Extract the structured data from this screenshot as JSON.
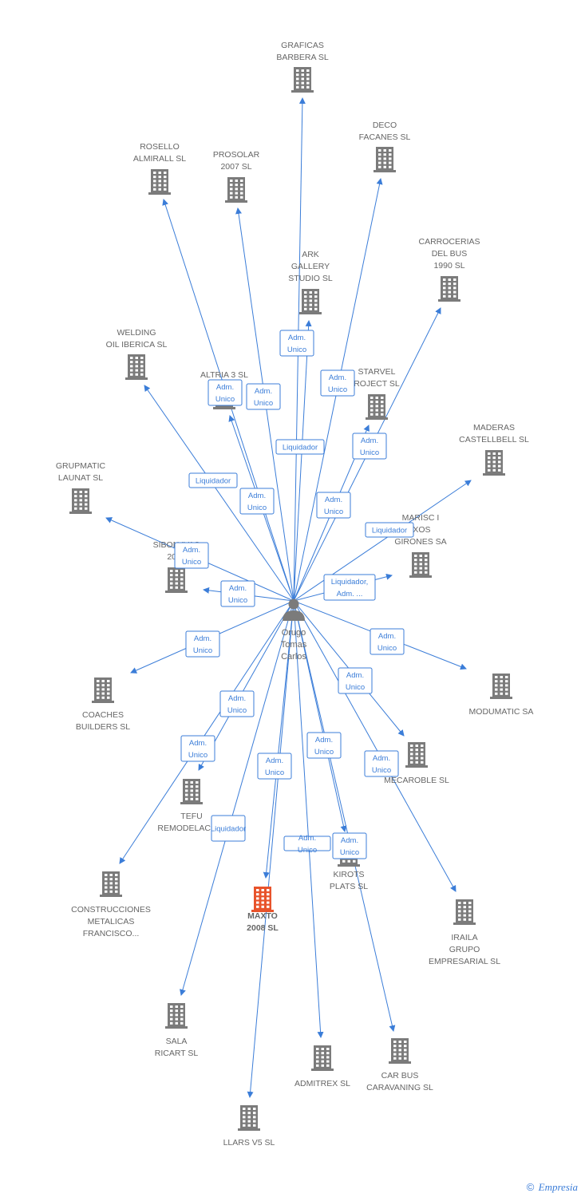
{
  "colors": {
    "edge": "#3b7dd8",
    "building": "#7b7b7b",
    "highlight_building": "#e8532b",
    "label": "#666666"
  },
  "center": {
    "name": [
      "Orugo",
      "Tomas",
      "Carlos"
    ],
    "icon": "person-icon"
  },
  "nodes": [
    {
      "id": "graficas-barbera",
      "lines": [
        "GRAFICAS",
        "BARBERA SL"
      ]
    },
    {
      "id": "deco-facanes",
      "lines": [
        "DECO",
        "FACANES SL"
      ]
    },
    {
      "id": "rosello-almirall",
      "lines": [
        "ROSELLO",
        "ALMIRALL SL"
      ]
    },
    {
      "id": "prosolar-2007",
      "lines": [
        "PROSOLAR",
        "2007 SL"
      ]
    },
    {
      "id": "carrocerias-del-bus",
      "lines": [
        "CARROCERIAS",
        "DEL BUS",
        "1990  SL"
      ]
    },
    {
      "id": "ark-gallery",
      "lines": [
        "ARK",
        "GALLERY",
        "STUDIO SL"
      ]
    },
    {
      "id": "welding-oil-iberica",
      "lines": [
        "WELDING",
        "OIL IBERICA SL"
      ]
    },
    {
      "id": "altria-3",
      "lines": [
        "ALTRIA 3 SL"
      ]
    },
    {
      "id": "starvel-project",
      "lines": [
        "STARVEL",
        "ROJECT SL"
      ]
    },
    {
      "id": "maderas-castellbell",
      "lines": [
        "MADERAS",
        "CASTELLBELL SL"
      ]
    },
    {
      "id": "grupmatic-launat",
      "lines": [
        "GRUPMATIC",
        "LAUNAT SL"
      ]
    },
    {
      "id": "mariscos-girones",
      "lines": [
        "MARISC I",
        "IXOS",
        "GIRONES SA"
      ]
    },
    {
      "id": "sibon",
      "lines": [
        "SIBON  IVAS",
        "2006"
      ]
    },
    {
      "id": "coaches-builders",
      "lines": [
        "COACHES",
        "BUILDERS SL"
      ]
    },
    {
      "id": "modumatic",
      "lines": [
        "MODUMATIC SA"
      ]
    },
    {
      "id": "mecaroble",
      "lines": [
        "MECAROBLE SL"
      ]
    },
    {
      "id": "tefu-remodelacion",
      "lines": [
        "TEFU",
        "REMODELACION"
      ]
    },
    {
      "id": "construcciones-metalicas",
      "lines": [
        "CONSTRUCCIONES",
        "METALICAS",
        "FRANCISCO..."
      ]
    },
    {
      "id": "maxto-2008",
      "lines": [
        "MAXTO",
        "2008 SL"
      ],
      "highlight": true
    },
    {
      "id": "kirots-plats",
      "lines": [
        "KIROTS",
        "PLATS SL"
      ]
    },
    {
      "id": "iraila-grupo",
      "lines": [
        "IRAILA",
        "GRUPO",
        "EMPRESARIAL SL"
      ]
    },
    {
      "id": "sala-ricart",
      "lines": [
        "SALA",
        "RICART SL"
      ]
    },
    {
      "id": "admitrex",
      "lines": [
        "ADMITREX SL"
      ]
    },
    {
      "id": "car-bus-caravaning",
      "lines": [
        "CAR BUS",
        "CARAVANING SL"
      ]
    },
    {
      "id": "llars-v5",
      "lines": [
        "LLARS V5 SL"
      ]
    }
  ],
  "badges": [
    {
      "lines": [
        "Adm.",
        "Unico"
      ]
    },
    {
      "lines": [
        "Adm.",
        "Unico"
      ]
    },
    {
      "lines": [
        "Adm.",
        "Unico"
      ]
    },
    {
      "lines": [
        "Adm.",
        "Unico"
      ]
    },
    {
      "lines": [
        "Liquidador"
      ]
    },
    {
      "lines": [
        "Adm.",
        "Unico"
      ]
    },
    {
      "lines": [
        "Liquidador"
      ]
    },
    {
      "lines": [
        "Adm.",
        "Unico"
      ]
    },
    {
      "lines": [
        "Adm.",
        "Unico"
      ]
    },
    {
      "lines": [
        "Liquidador"
      ]
    },
    {
      "lines": [
        "Adm.",
        "Unico"
      ]
    },
    {
      "lines": [
        "Adm.",
        "Unico"
      ]
    },
    {
      "lines": [
        "Liquidador,",
        "Adm. ..."
      ]
    },
    {
      "lines": [
        "Adm.",
        "Unico"
      ]
    },
    {
      "lines": [
        "Adm.",
        "Unico"
      ]
    },
    {
      "lines": [
        "Adm.",
        "Unico"
      ]
    },
    {
      "lines": [
        "Adm.",
        "Unico"
      ]
    },
    {
      "lines": [
        "Adm.",
        "Unico"
      ]
    },
    {
      "lines": [
        "Adm.",
        "Unico"
      ]
    },
    {
      "lines": [
        "Adm.",
        "Unico"
      ]
    },
    {
      "lines": [
        "Adm.",
        "Unico"
      ]
    },
    {
      "lines": [
        "Liquidador"
      ]
    },
    {
      "lines": [
        "Adm.",
        "Unico"
      ]
    },
    {
      "lines": [
        "Adm.",
        "Unico"
      ]
    }
  ],
  "footer": {
    "copyright": "©",
    "brand": "Empresia"
  }
}
